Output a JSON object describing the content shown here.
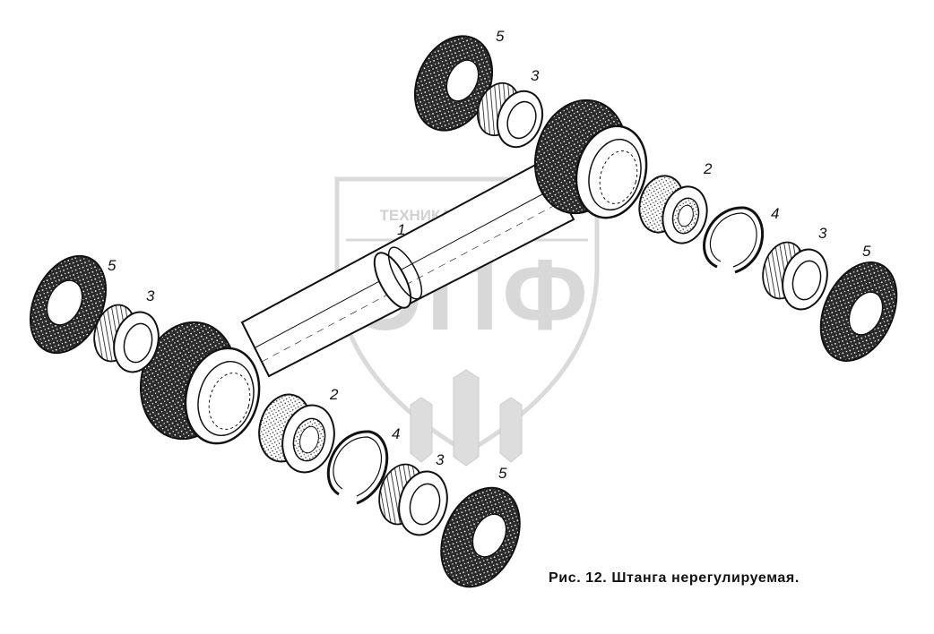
{
  "caption": "Рис. 12. Штанга нерегулируемая.",
  "watermark": {
    "top_text": "ТЕХНИКА И ЗАПЧАСТИ",
    "logo_text": "ЭПФ"
  },
  "callouts": {
    "rod": "1",
    "bearing_top_right": "2",
    "bearing_bottom": "2",
    "sleeve_top": "3",
    "sleeve_right": "3",
    "sleeve_left": "3",
    "sleeve_bottom": "3",
    "ring_right": "4",
    "ring_bottom": "4",
    "seal_top": "5",
    "seal_right": "5",
    "seal_left": "5",
    "seal_bottom": "5"
  },
  "colors": {
    "ink": "#111111",
    "watermark": "#d0d0d0",
    "background": "#ffffff"
  }
}
